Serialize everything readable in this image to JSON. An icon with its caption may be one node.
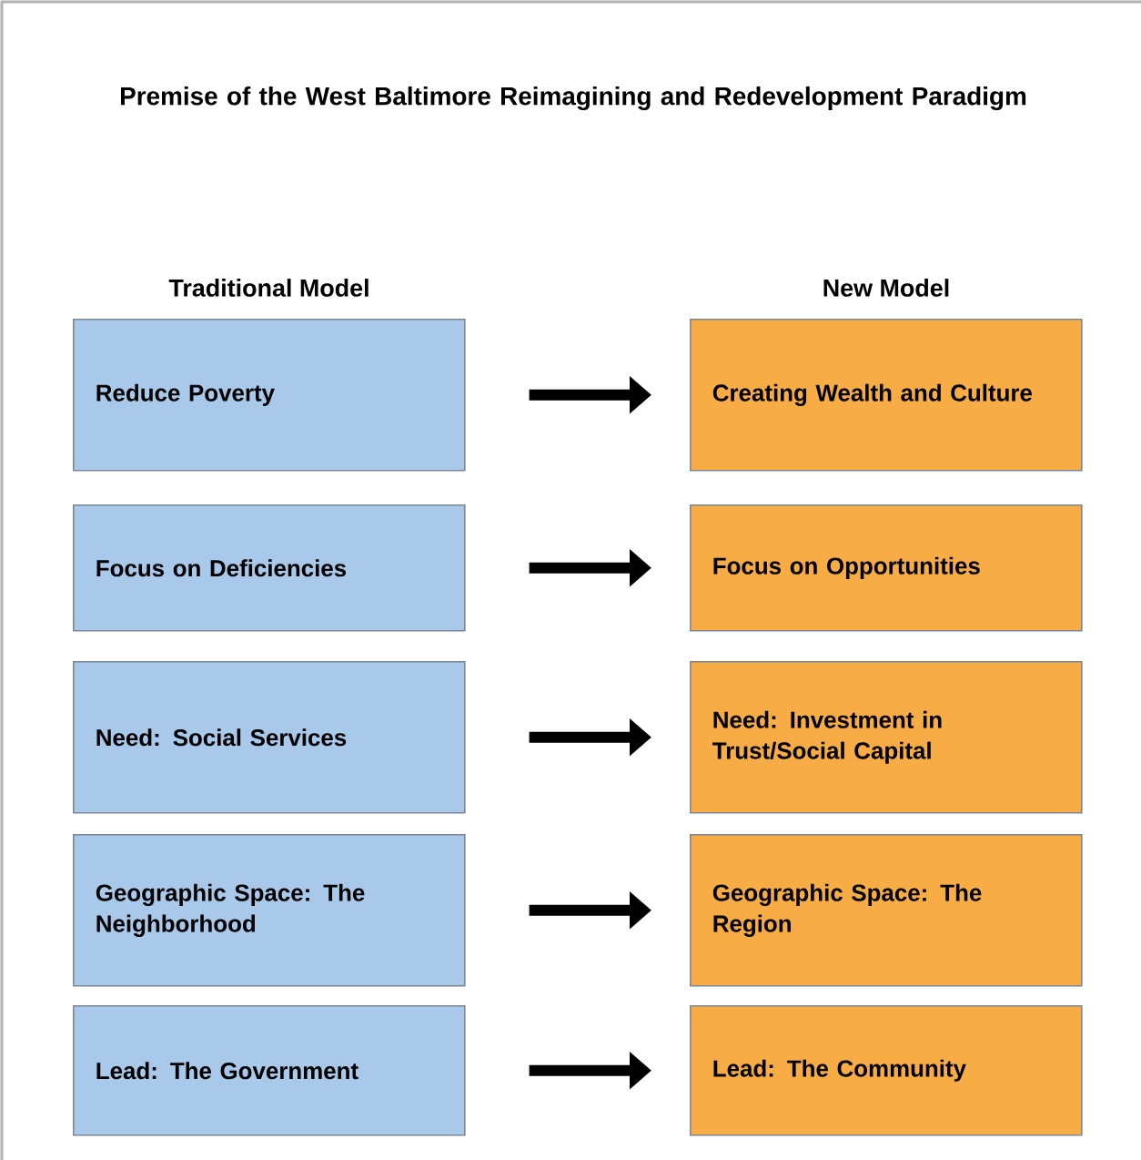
{
  "diagram": {
    "title": "Premise of the West Baltimore Reimagining and Redevelopment Paradigm",
    "nodes": [
      {
        "text": [
          "Reduce Poverty"
        ]
      },
      {
        "text": [
          "Creating Wealth and Culture"
        ]
      },
      {
        "text": [
          "Focus on Deficiencies"
        ]
      },
      {
        "text": [
          "Focus on Opportunities"
        ]
      },
      {
        "text": [
          "Need: Social Services"
        ]
      },
      {
        "text": [
          "Need: Investment in Trust/Social Capital"
        ]
      },
      {
        "text": [
          "Geographic Space: The Neighborhood"
        ]
      },
      {
        "text": [
          "Geographic Space: The Region"
        ]
      },
      {
        "text": [
          "Lead: The Government"
        ]
      },
      {
        "text": [
          "Lead: The Community"
        ]
      }
    ],
    "edges": [
      {
        "from": 0,
        "to": 1,
        "arrow": "to"
      },
      {
        "from": 2,
        "to": 3,
        "arrow": "to"
      },
      {
        "from": 4,
        "to": 5,
        "arrow": "to"
      },
      {
        "from": 6,
        "to": 7,
        "arrow": "to"
      },
      {
        "from": 8,
        "to": 9,
        "arrow": "to"
      }
    ],
    "labels": [
      "Traditional Model",
      "New Model"
    ]
  }
}
